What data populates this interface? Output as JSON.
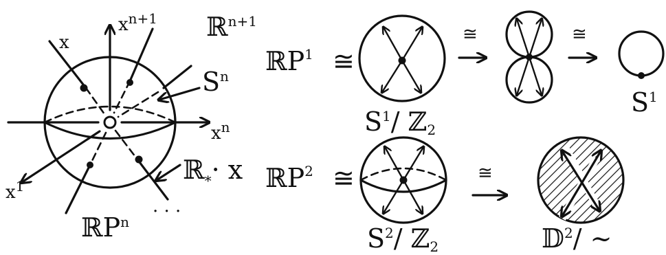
{
  "left_diagram": {
    "x_label": "x",
    "x_axis_top": "x",
    "x_axis_top_sup": "n+1",
    "space_label": "ℝ",
    "space_sup": "n+1",
    "sphere_label": "S",
    "sphere_sup": "n",
    "x_axis_right": "x",
    "x_axis_right_sup": "n",
    "x_axis_left": "x",
    "x_axis_left_sup": "1",
    "line_label": "ℝ",
    "line_sub": "*",
    "line_tail": "· x",
    "proj_label": "ℝP",
    "proj_sup": "n",
    "ellipsis": "· · ·"
  },
  "row1": {
    "lhs": "ℝP",
    "lhs_sup": "1",
    "iso": "≅",
    "quot_S": "S",
    "quot_sup": "1",
    "quot_rest": "/ ℤ",
    "quot_sub": "2",
    "iso_arrow_1": "≅",
    "iso_arrow_2": "≅",
    "result": "S",
    "result_sup": "1"
  },
  "row2": {
    "lhs": "ℝP",
    "lhs_sup": "2",
    "iso": "≅",
    "quot_S": "S",
    "quot_sup": "2",
    "quot_rest": "/ ℤ",
    "quot_sub": "2",
    "iso_arrow": "≅",
    "result": "𝔻",
    "result_sup": "2",
    "result_rest": "/ ~"
  }
}
